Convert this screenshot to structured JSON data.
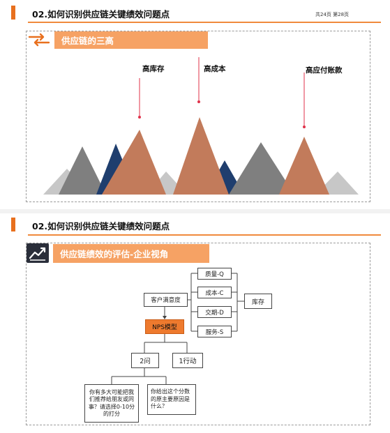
{
  "slide1": {
    "title": "02.如何识别供应链关键绩效问题点",
    "page_info": "共24页 第28页",
    "section_title": "供应链的三高",
    "section_icon": "arrows-exchange-icon",
    "peaks": [
      {
        "label": "高库存"
      },
      {
        "label": "高成本"
      },
      {
        "label": "高应付账款"
      }
    ],
    "colors": {
      "accent": "#e8701e",
      "tab": "#f6a264",
      "brown": "#c27b5b",
      "navy": "#1f3e6e",
      "gray": "#7f7f7f",
      "lightgray": "#c7c7c7",
      "pointer": "#e0314a"
    }
  },
  "slide2": {
    "title": "02.如何识别供应链关键绩效问题点",
    "section_title": "供应链绩效的评估-企业视角",
    "section_icon": "chart-trend-icon",
    "diagram": {
      "customer_satisfaction": "客户满意度",
      "nps_model": "NPS模型",
      "factors": [
        "质量-Q",
        "成本-C",
        "交期-D",
        "服务-S"
      ],
      "inventory": "库存",
      "two_questions": "2问",
      "one_action": "1行动",
      "question1": "你有多大可能把我们推荐给朋友或同事？请选择0-10分的打分",
      "question2": "你给出这个分数的原主要原因是什么？"
    }
  }
}
